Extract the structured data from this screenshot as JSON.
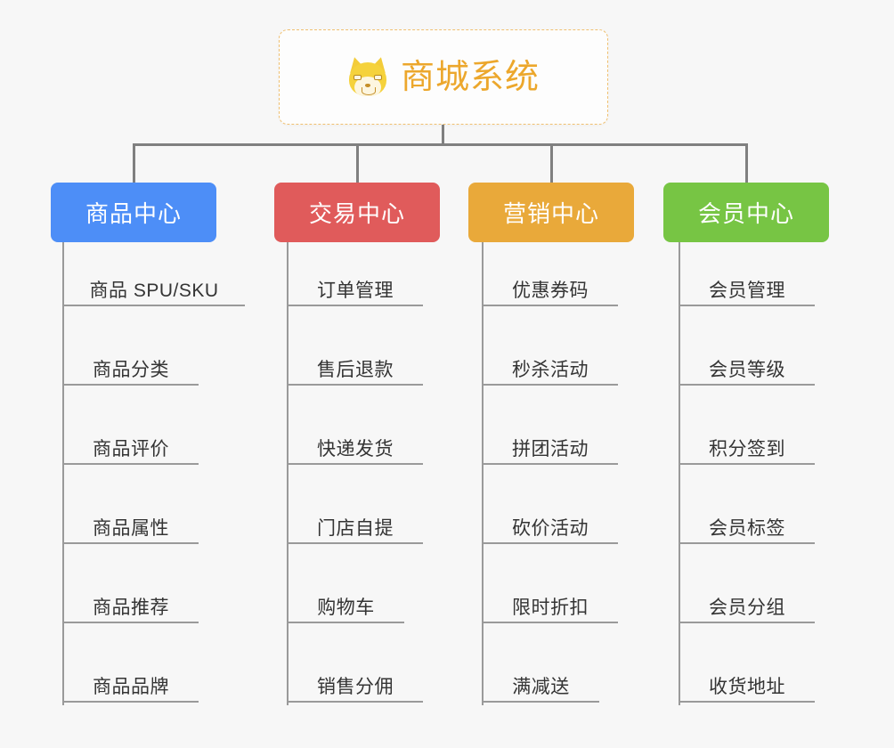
{
  "diagram": {
    "type": "mindmap",
    "background_color": "#f7f7f7",
    "connector_color": "#808080",
    "root": {
      "title": "商城系统",
      "icon": "shiba-inu-dog-face",
      "text_color": "#eca72c",
      "border_color": "#f0c070",
      "background_color": "#fdfdfd"
    },
    "branches": [
      {
        "label": "商品中心",
        "color": "#4d8ef7",
        "items": [
          "商品 SPU/SKU",
          "商品分类",
          "商品评价",
          "商品属性",
          "商品推荐",
          "商品品牌"
        ]
      },
      {
        "label": "交易中心",
        "color": "#e05b5b",
        "items": [
          "订单管理",
          "售后退款",
          "快递发货",
          "门店自提",
          "购物车",
          "销售分佣"
        ]
      },
      {
        "label": "营销中心",
        "color": "#e9a93a",
        "items": [
          "优惠券码",
          "秒杀活动",
          "拼团活动",
          "砍价活动",
          "限时折扣",
          "满减送"
        ]
      },
      {
        "label": "会员中心",
        "color": "#77c544",
        "items": [
          "会员管理",
          "会员等级",
          "积分签到",
          "会员标签",
          "会员分组",
          "收货地址"
        ]
      }
    ]
  }
}
